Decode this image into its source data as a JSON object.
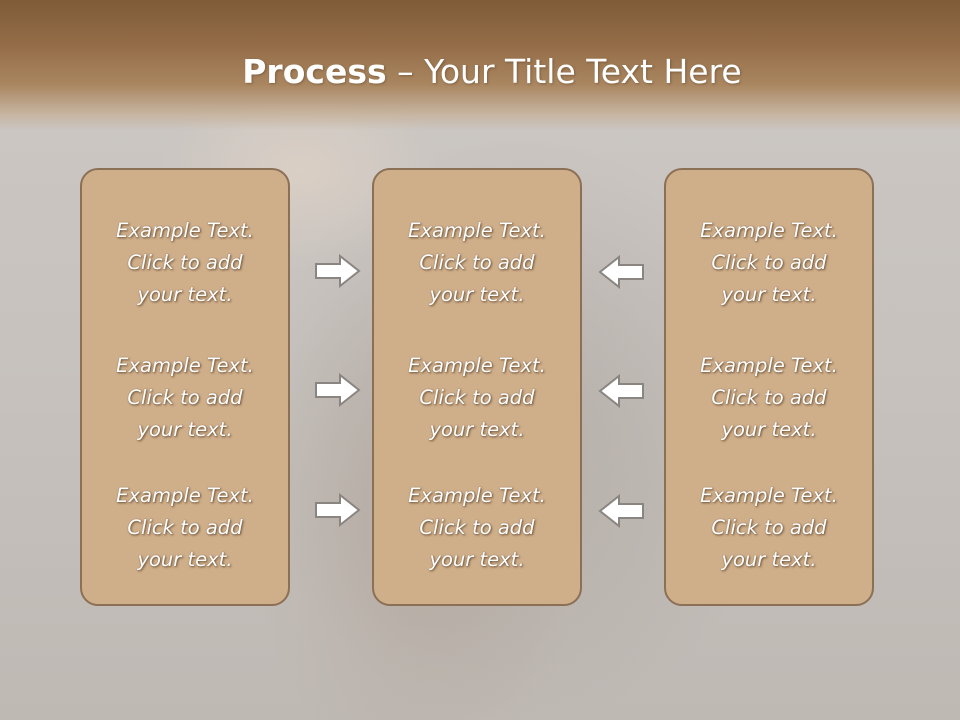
{
  "slide": {
    "title_bold": "Process",
    "title_rest": " – Your Title Text Here"
  },
  "columns": [
    {
      "items": [
        {
          "line1": "Example Text.",
          "line2": "Click  to add",
          "line3": "your text."
        },
        {
          "line1": "Example Text.",
          "line2": "Click  to add",
          "line3": "your text."
        },
        {
          "line1": "Example Text.",
          "line2": "Click  to add",
          "line3": "your text."
        }
      ]
    },
    {
      "items": [
        {
          "line1": "Example Text.",
          "line2": "Click  to add",
          "line3": "your text."
        },
        {
          "line1": "Example Text.",
          "line2": "Click  to add",
          "line3": "your text."
        },
        {
          "line1": "Example Text.",
          "line2": "Click  to add",
          "line3": "your text."
        }
      ]
    },
    {
      "items": [
        {
          "line1": "Example Text.",
          "line2": "Click  to add",
          "line3": "your text."
        },
        {
          "line1": "Example Text.",
          "line2": "Click  to add",
          "line3": "your text."
        },
        {
          "line1": "Example Text.",
          "line2": "Click  to add",
          "line3": "your text."
        }
      ]
    }
  ],
  "arrows": {
    "left_group": "right-arrow-icon",
    "right_group": "left-arrow-icon"
  },
  "colors": {
    "header": "#8f6843",
    "box_fill": "#cfae8a",
    "box_border": "#8c7055",
    "arrow_fill": "#ffffff",
    "arrow_stroke": "#8a8580"
  }
}
